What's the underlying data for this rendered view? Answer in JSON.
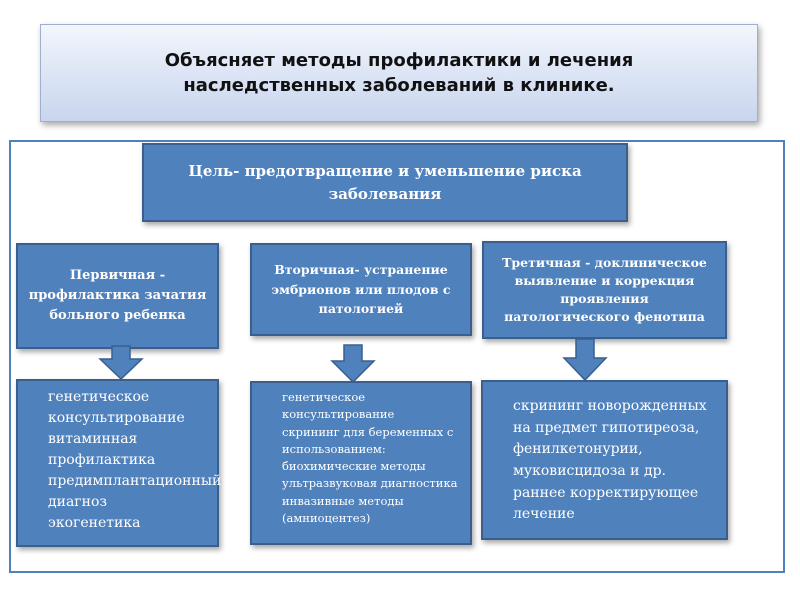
{
  "header": {
    "line1": "Объясняет методы профилактики и лечения",
    "line2": "наследственных заболеваний в клинике."
  },
  "goal": {
    "line1": "Цель- предотвращение  и уменьшение риска",
    "line2": "заболевания"
  },
  "categories": [
    {
      "line1": "Первичная -",
      "line2": "профилактика зачатия",
      "line3": "больного ребенка",
      "items": [
        "генетическое консультирование",
        "витаминная профилактика",
        "предимплантационный диагноз",
        "экогенетика"
      ]
    },
    {
      "line1": "Вторичная- устранение",
      "line2": "эмбрионов или плодов с",
      "line3": "патологией",
      "items": [
        "генетическое консультирование",
        "скрининг для беременных с использованием:",
        "биохимические методы",
        "ультразвуковая диагностика",
        "инвазивные методы (амниоцентез)"
      ]
    },
    {
      "line1": "Третичная - доклиническое",
      "line2": "выявление и коррекция",
      "line3": "проявления",
      "line4": "патологического фенотипа",
      "items": [
        "скрининг новорожденных на предмет гипотиреоза, фенилкетонурии, муковисцидоза и др.",
        "раннее корректирующее лечение"
      ]
    }
  ],
  "bullet_glyph": "",
  "colors": {
    "box_fill": "#4f81bd",
    "box_border": "#3a5f8c",
    "frame_border": "#4f81bd",
    "header_gradient_top": "#f3f6fc",
    "header_gradient_bottom": "#c9d5ee"
  }
}
